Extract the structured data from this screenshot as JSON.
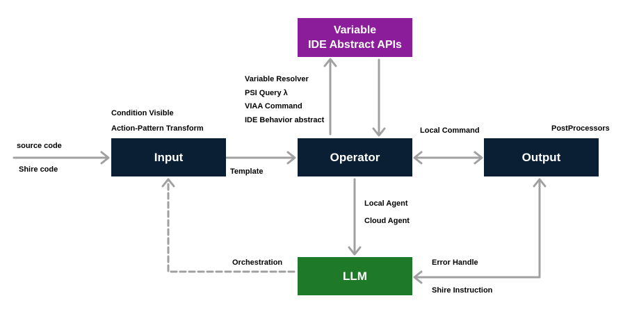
{
  "nodes": {
    "ide": {
      "line1": "Variable",
      "line2": "IDE Abstract APIs",
      "color": "#8b1c9a"
    },
    "input": {
      "label": "Input",
      "color": "#0a1f33"
    },
    "operator": {
      "label": "Operator",
      "color": "#0a1f33"
    },
    "output": {
      "label": "Output",
      "color": "#0a1f33"
    },
    "llm": {
      "label": "LLM",
      "color": "#1e7a28"
    }
  },
  "labels": {
    "source_code": "source code",
    "shire_code": "Shire code",
    "condition_visible": "Condition Visible",
    "action_pattern": "Action-Pattern Transform",
    "template": "Template",
    "variable_resolver": "Variable Resolver",
    "psi_query": "PSI Query λ",
    "viaa_command": "VIAA Command",
    "ide_behavior": "IDE Behavior abstract",
    "local_command": "Local Command",
    "post_processors": "PostProcessors",
    "local_agent": "Local Agent",
    "cloud_agent": "Cloud Agent",
    "orchestration": "Orchestration",
    "error_handle": "Error Handle",
    "shire_instruction": "Shire Instruction"
  },
  "connector_color": "#a0a0a0"
}
